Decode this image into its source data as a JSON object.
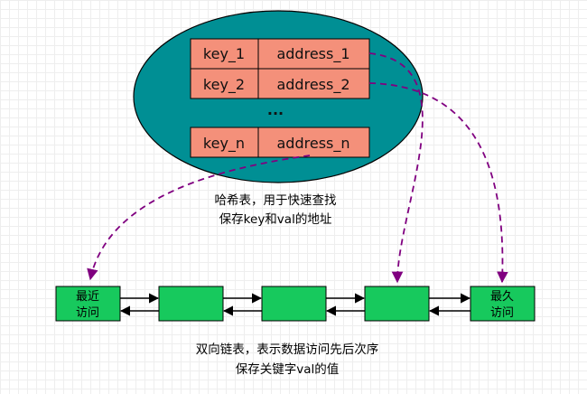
{
  "hash_table": {
    "rows": [
      {
        "key": "key_1",
        "value": "address_1"
      },
      {
        "key": "key_2",
        "value": "address_2"
      },
      {
        "key": "key_n",
        "value": "address_n"
      }
    ],
    "ellipsis": "...",
    "caption_line1": "哈希表，用于快速查找",
    "caption_line2": "保存key和val的地址"
  },
  "linked_list": {
    "head_line1": "最近",
    "head_line2": "访问",
    "tail_line1": "最久",
    "tail_line2": "访问",
    "caption_line1": "双向链表，表示数据访问先后次序",
    "caption_line2": "保存关键字val的值"
  },
  "colors": {
    "ellipse_fill": "#008f94",
    "cell_fill": "#f4907a",
    "node_fill": "#17c95d",
    "pointer_color": "#800080"
  }
}
